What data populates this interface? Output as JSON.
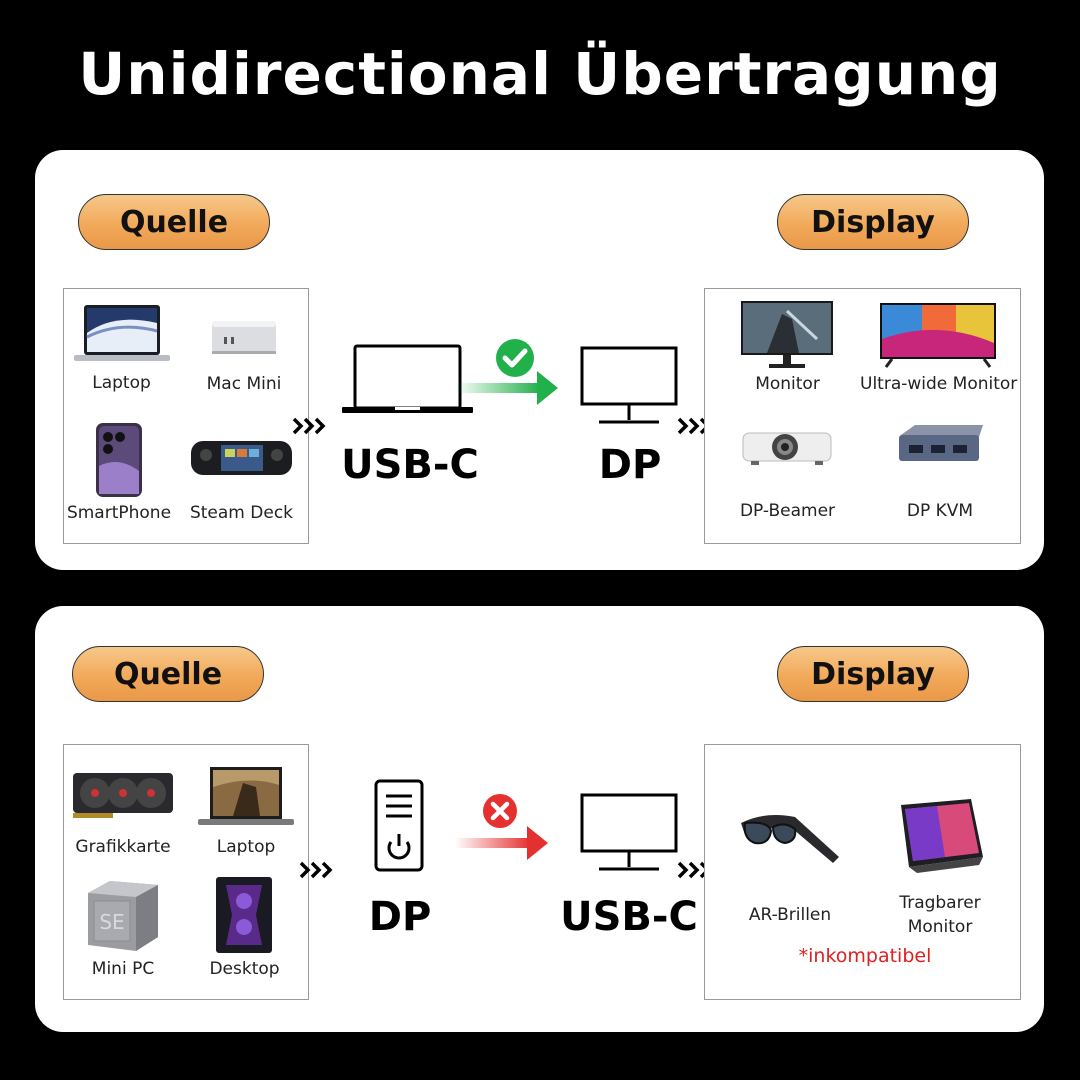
{
  "title": "Unidirectional Übertragung",
  "colors": {
    "accent_orange": "#f2a95a",
    "ok_green": "#22b04b",
    "error_red": "#e53030",
    "note_red": "#e02020"
  },
  "panel1": {
    "source_label": "Quelle",
    "display_label": "Display",
    "sources": [
      "Laptop",
      "Mac Mini",
      "SmartPhone",
      "Steam Deck"
    ],
    "input_port": "USB-C",
    "output_port": "DP",
    "status_icon": "check-icon",
    "displays": [
      "Monitor",
      "Ultra-wide Monitor",
      "DP-Beamer",
      "DP KVM"
    ]
  },
  "panel2": {
    "source_label": "Quelle",
    "display_label": "Display",
    "sources": [
      "Grafikkarte",
      "Laptop",
      "Mini PC",
      "Desktop"
    ],
    "input_port": "DP",
    "output_port": "USB-C",
    "status_icon": "cross-icon",
    "displays": [
      "AR-Brillen",
      "Tragbarer",
      "Monitor"
    ],
    "note": "*inkompatibel"
  }
}
